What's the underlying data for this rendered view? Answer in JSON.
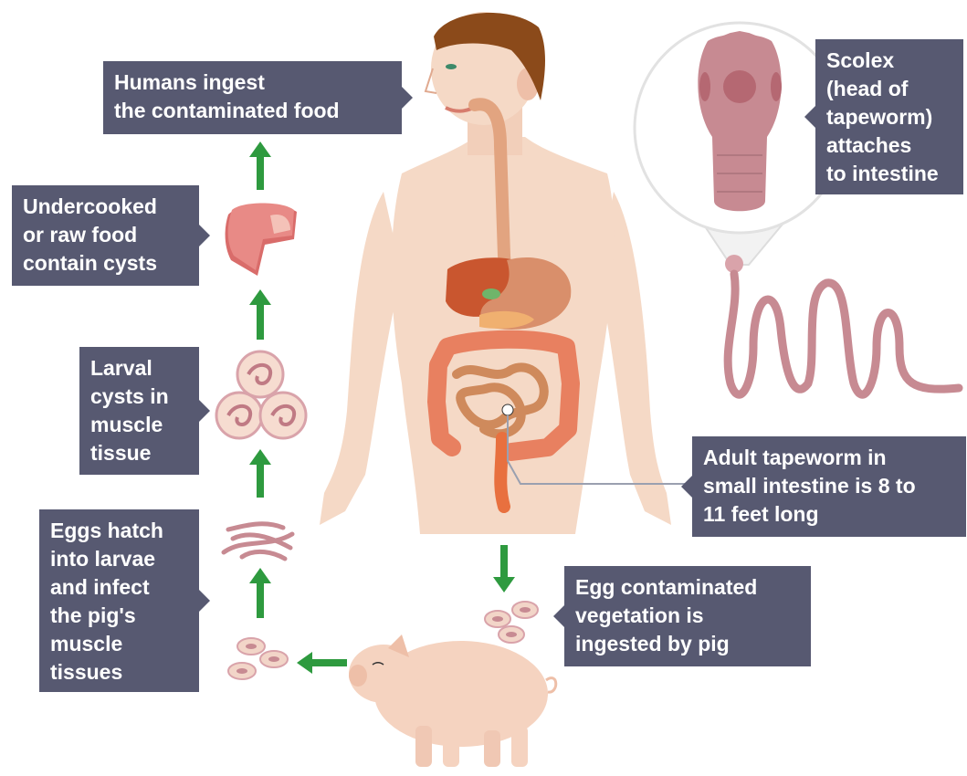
{
  "labels": {
    "humans_ingest": "Humans ingest\nthe contaminated food",
    "undercooked": "Undercooked\nor raw food\ncontain cysts",
    "larval_cysts": "Larval\ncysts in\nmuscle\ntissue",
    "eggs_hatch": "Eggs hatch\ninto larvae\nand infect\nthe pig's\nmuscle\ntissues",
    "scolex": "Scolex\n(head of\ntapeworm)\nattaches\nto intestine",
    "adult_tapeworm": "Adult tapeworm in\nsmall intestine is 8 to\n11 feet long",
    "egg_vegetation": "Egg contaminated\nvegetation is\ningested by pig"
  },
  "colors": {
    "label_bg": "#575971",
    "label_text": "#ffffff",
    "arrow": "#2e9a3f",
    "skin": "#f5d9c6",
    "hair": "#8b4a1a",
    "tapeworm": "#c78a92",
    "pig": "#f5d3c0",
    "meat": "#e88a86",
    "liver": "#c9562f",
    "intestine": "#e88060"
  }
}
